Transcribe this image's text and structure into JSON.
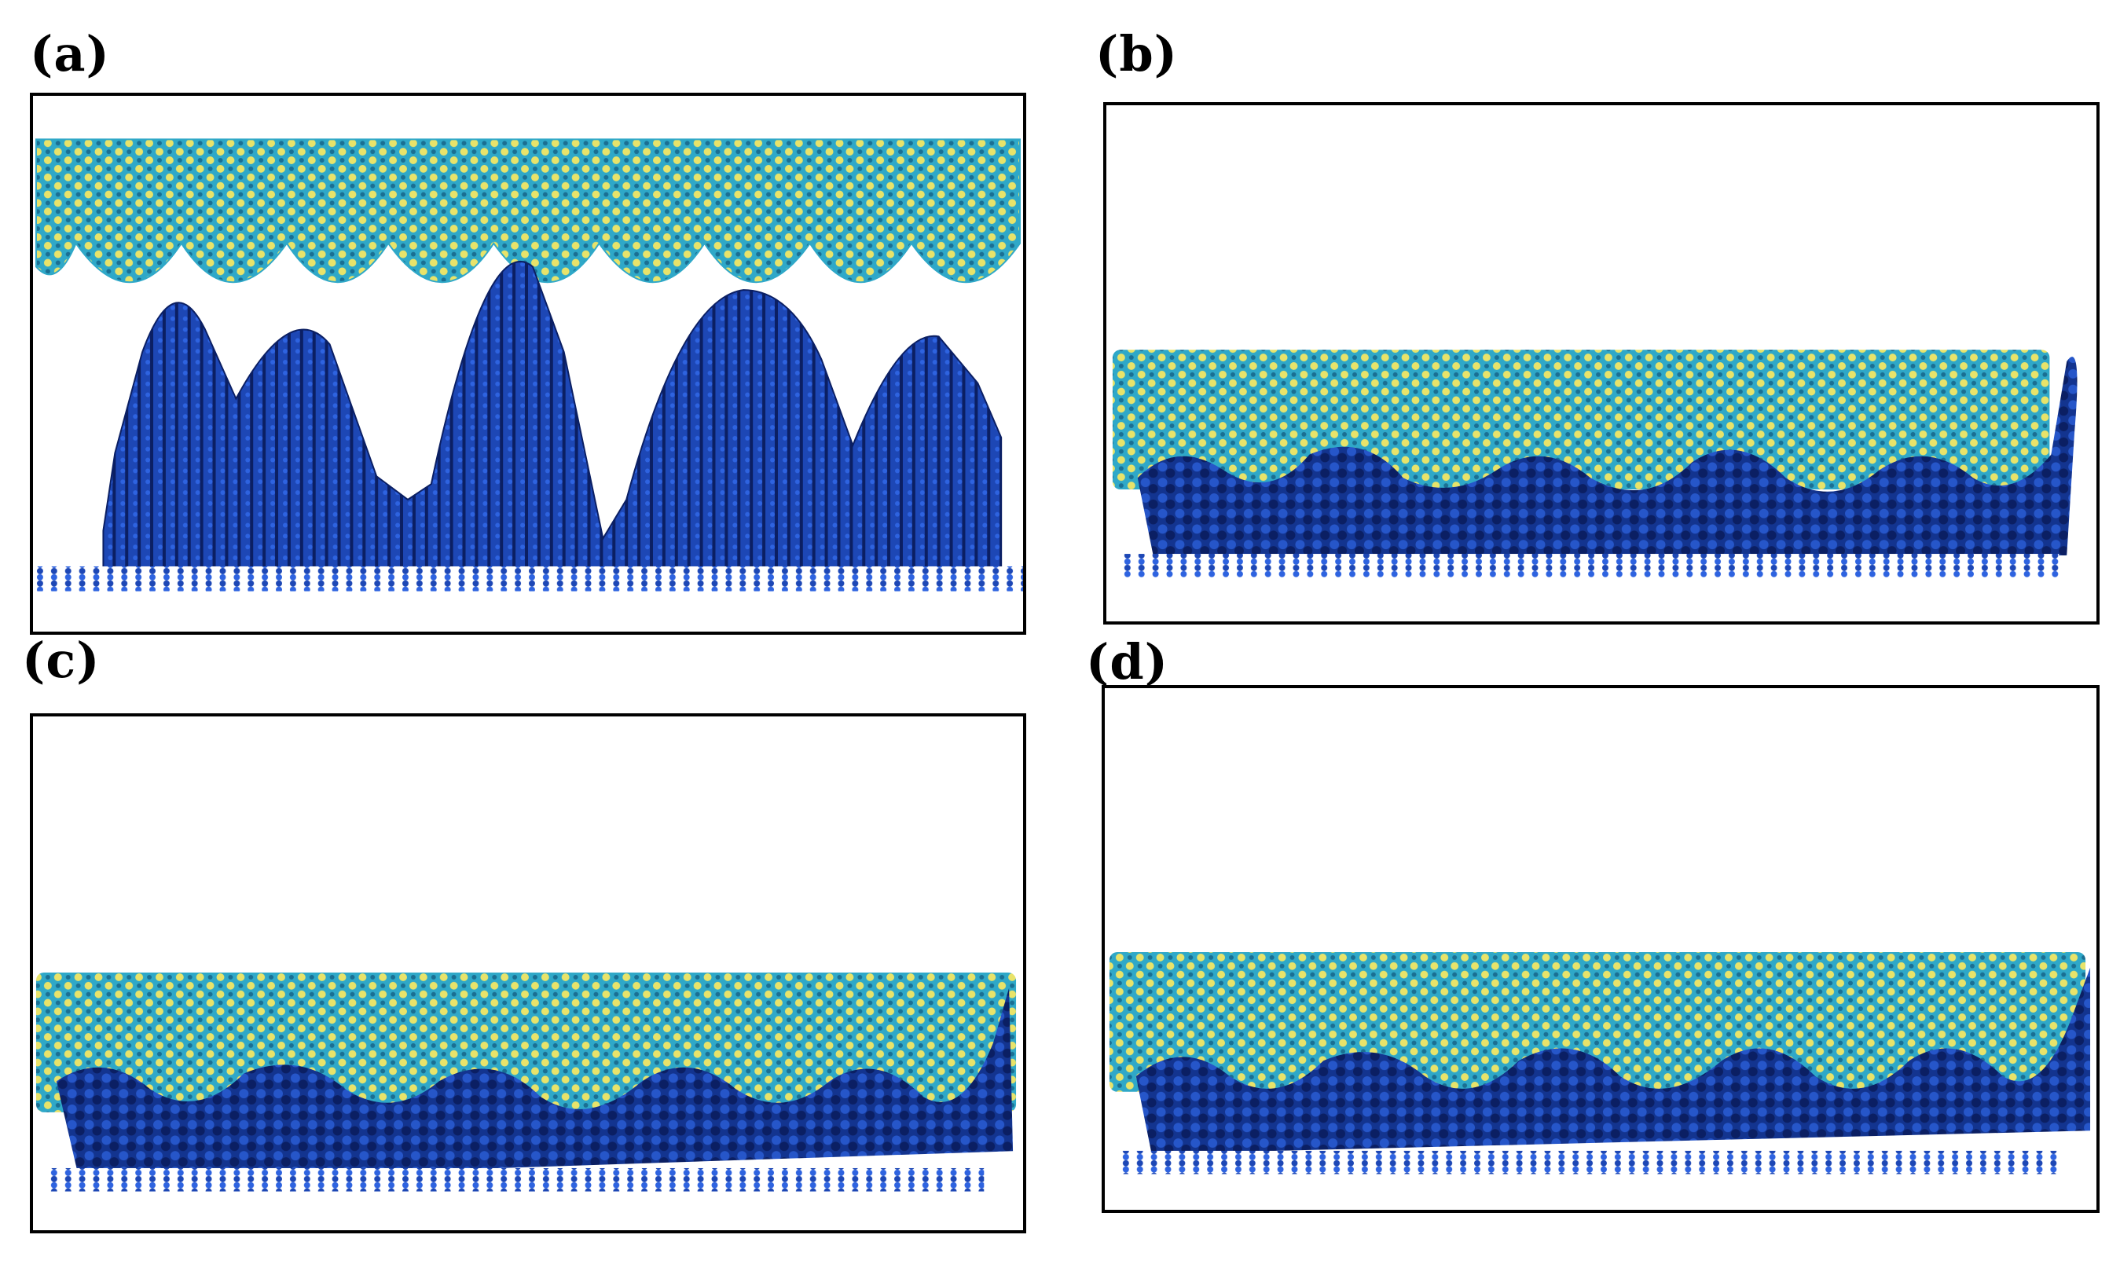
{
  "figure": {
    "panels": [
      {
        "id": "a",
        "label": "(a)",
        "state": "initial"
      },
      {
        "id": "b",
        "label": "(b)",
        "state": "compressed"
      },
      {
        "id": "c",
        "label": "(c)",
        "state": "compressed"
      },
      {
        "id": "d",
        "label": "(d)",
        "state": "compressed"
      }
    ],
    "colors": {
      "coating_yellow": "#e8e36a",
      "coating_cyan": "#2fa8c8",
      "substrate_blue": "#1d47b5",
      "substrate_dark": "#0b1f63",
      "frame": "#000000"
    }
  }
}
